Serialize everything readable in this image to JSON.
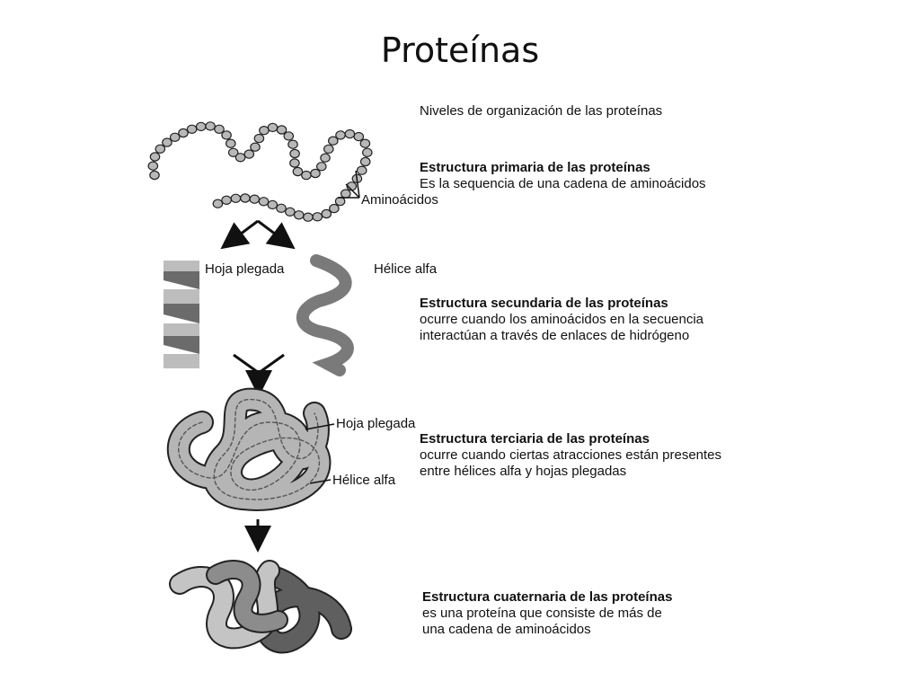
{
  "slide": {
    "title": "Proteínas"
  },
  "diagram": {
    "header": "Niveles de organización de las proteínas",
    "primary": {
      "title": "Estructura primaria de las proteínas",
      "desc": "Es la sequencia de una cadena de aminoácidos",
      "label_aminoacids": "Aminoácidos"
    },
    "secondary": {
      "title": "Estructura secundaria de las proteínas",
      "desc_line1": "ocurre cuando los aminoácidos en la secuencia",
      "desc_line2": "interactúan a través de enlaces de hidrógeno",
      "label_sheet": "Hoja plegada",
      "label_helix": "Hélice alfa"
    },
    "tertiary": {
      "title": "Estructura terciaria de las proteínas",
      "desc_line1": "ocurre cuando ciertas atracciones están presentes",
      "desc_line2": "entre hélices alfa y hojas plegadas",
      "label_sheet": "Hoja plegada",
      "label_helix": "Hélice alfa"
    },
    "quaternary": {
      "title": "Estructura cuaternaria de las proteínas",
      "desc_line1": "es una proteína que consiste de más de",
      "desc_line2": "una cadena de aminoácidos"
    },
    "colors": {
      "light_gray": "#b8b8b8",
      "mid_gray": "#8a8a8a",
      "dark_gray": "#5a5a5a",
      "outline": "#222222"
    }
  }
}
